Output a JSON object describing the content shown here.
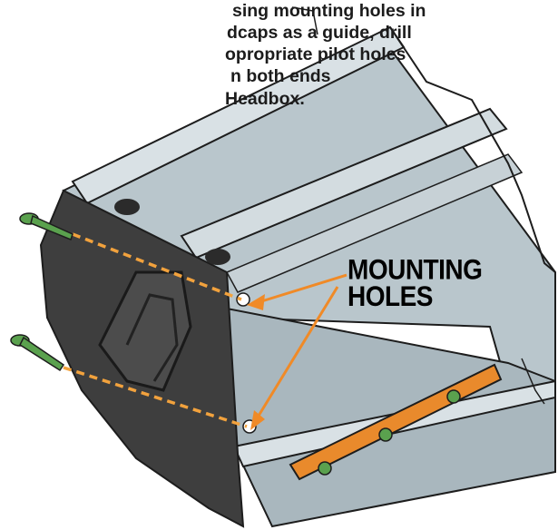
{
  "instruction": {
    "lines": [
      "sing mounting holes in",
      "dcaps as a guide, drill",
      "opropriate pilot holes",
      "n both ends",
      "Headbox."
    ]
  },
  "callout": {
    "line1": "MOUNTING",
    "line2": "HOLES"
  },
  "colors": {
    "headbox_body": "#b9c6cc",
    "endcap": "#3e3e3e",
    "dashed_guide": "#f2a23d",
    "arrow": "#f08a27",
    "screw": "#5aa14e",
    "bracket": "#e98a2c"
  }
}
